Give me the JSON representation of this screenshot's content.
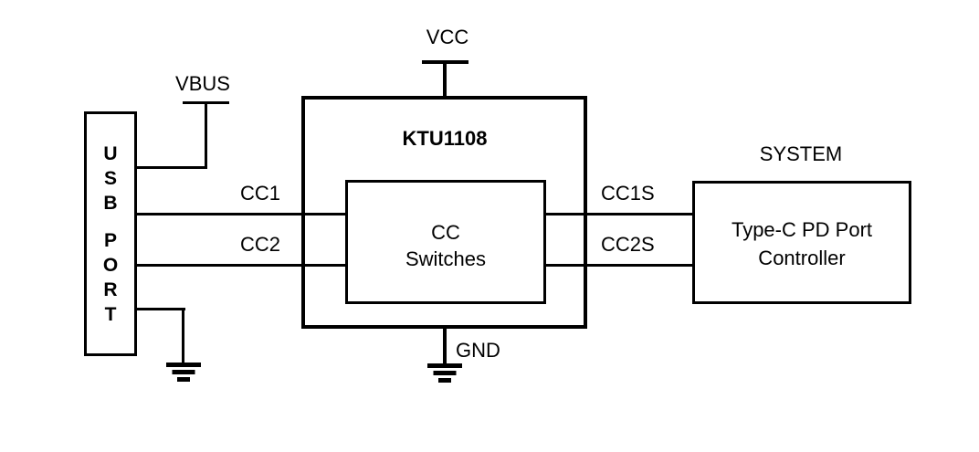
{
  "diagram": {
    "title": "KTU1108 CC switch typical application block diagram",
    "background_color": "#ffffff",
    "line_color": "#000000"
  },
  "blocks": {
    "usb_port": {
      "label_lines": [
        "U",
        "S",
        "B",
        "P",
        "O",
        "R",
        "T"
      ],
      "name": "USB PORT"
    },
    "chip": {
      "title": "KTU1108",
      "inner": {
        "line1": "CC",
        "line2": "Switches"
      }
    },
    "system": {
      "heading": "SYSTEM",
      "line1": "Type-C PD Port",
      "line2": "Controller"
    }
  },
  "nets": {
    "vbus": "VBUS",
    "vcc": "VCC",
    "gnd": "GND",
    "cc1": "CC1",
    "cc2": "CC2",
    "cc1s": "CC1S",
    "cc2s": "CC2S"
  },
  "symbols": {
    "ground_usb": "ground-symbol",
    "ground_chip": "ground-symbol",
    "rail_vbus": "supply-rail-symbol",
    "rail_vcc": "supply-rail-symbol"
  }
}
